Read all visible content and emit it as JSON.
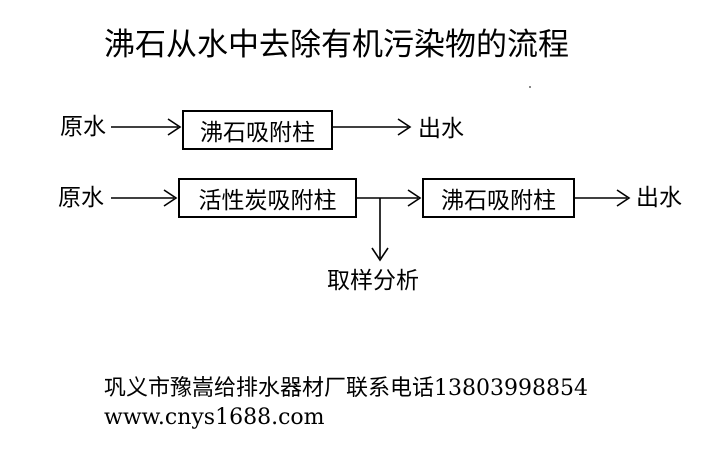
{
  "title": "沸石从水中去除有机污染物的流程",
  "flow1": {
    "input": "原水",
    "box": "沸石吸附柱",
    "output": "出水"
  },
  "flow2": {
    "input": "原水",
    "box1": "活性炭吸附柱",
    "box2": "沸石吸附柱",
    "output": "出水",
    "sampling": "取样分析"
  },
  "footer": {
    "contact": "巩义市豫嵩给排水器材厂联系电话13803998854",
    "website": "www.cnys1688.com"
  }
}
